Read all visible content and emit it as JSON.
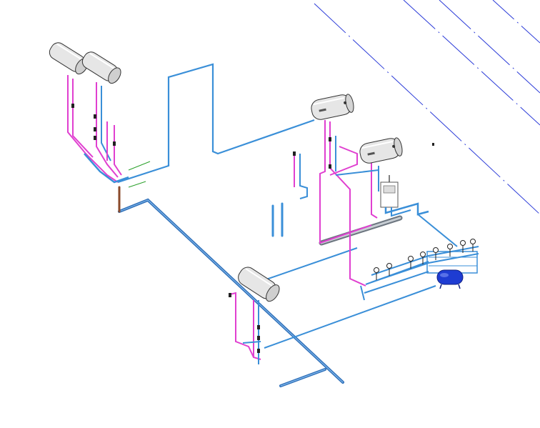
{
  "colors": {
    "background": "#ffffff",
    "cold_water_pipe": "#3a8fd8",
    "cold_water_pipe_dark": "#2f6fb8",
    "hot_water_pipe": "#e03fd0",
    "gridline": "#2a3ad8",
    "drain_pipe": "#9aa3ad",
    "heater_body": "#e6e6e6",
    "heater_outline": "#333333",
    "expansion_vessel": "#1e3cd2",
    "riser_brown": "#8a4a2a",
    "annotation_green": "#2aa02a"
  },
  "equipment": [
    {
      "id": "boiler-1",
      "type": "water-heater"
    },
    {
      "id": "boiler-2",
      "type": "water-heater"
    },
    {
      "id": "boiler-3",
      "type": "water-heater"
    },
    {
      "id": "boiler-4",
      "type": "water-heater"
    },
    {
      "id": "boiler-5",
      "type": "water-heater"
    },
    {
      "id": "expansion-tank",
      "type": "expansion-vessel"
    },
    {
      "id": "pump-unit",
      "type": "pump-station"
    },
    {
      "id": "manifold",
      "type": "distribution-manifold"
    }
  ],
  "icons": [
    "water-heater-icon",
    "valve-icon",
    "pressure-gauge-icon",
    "expansion-vessel-icon",
    "pump-icon"
  ]
}
